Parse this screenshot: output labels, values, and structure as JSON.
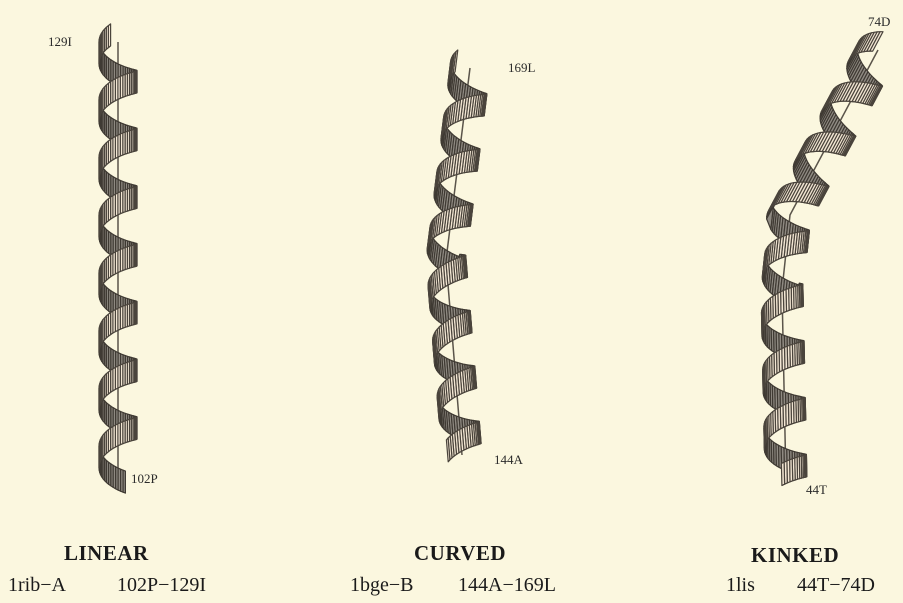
{
  "panels": [
    {
      "id": "linear",
      "title": "LINEAR",
      "pdb": "1rib−A",
      "range": "102P−129I",
      "start_label": "129I",
      "end_label": "102P"
    },
    {
      "id": "curved",
      "title": "CURVED",
      "pdb": "1bge−B",
      "range": "144A−169L",
      "start_label": "169L",
      "end_label": "144A"
    },
    {
      "id": "kinked",
      "title": "KINKED",
      "pdb": "1lis",
      "range": "44T−74D",
      "start_label": "74D",
      "end_label": "44T"
    }
  ],
  "colors": {
    "background": "#fbf7df",
    "ribbon_front": "#f2e6d3",
    "ribbon_back": "#8f8a82",
    "outline": "#4a443c"
  }
}
